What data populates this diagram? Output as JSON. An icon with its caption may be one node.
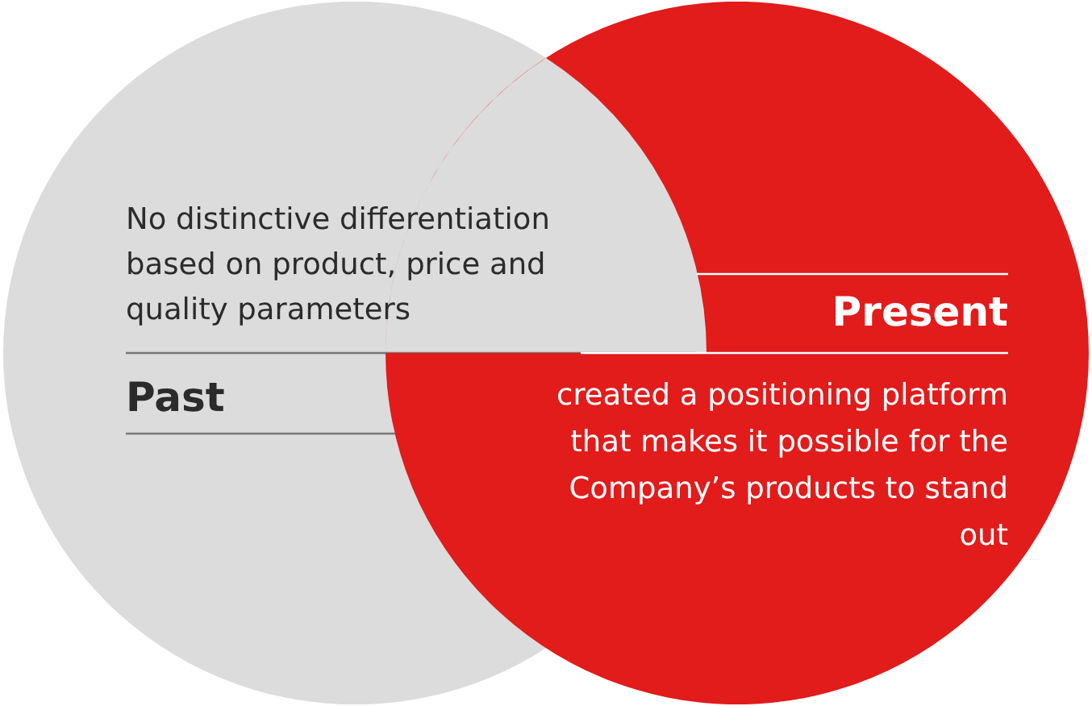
{
  "diagram": {
    "nodes": [
      {
        "text": [
          "No distinctive differentiation based on product, price and quality parameters",
          "Past"
        ]
      },
      {
        "text": [
          "Present",
          "created a positioning platform that makes it possible for the Company’s products to stand out"
        ]
      }
    ],
    "edges": []
  }
}
